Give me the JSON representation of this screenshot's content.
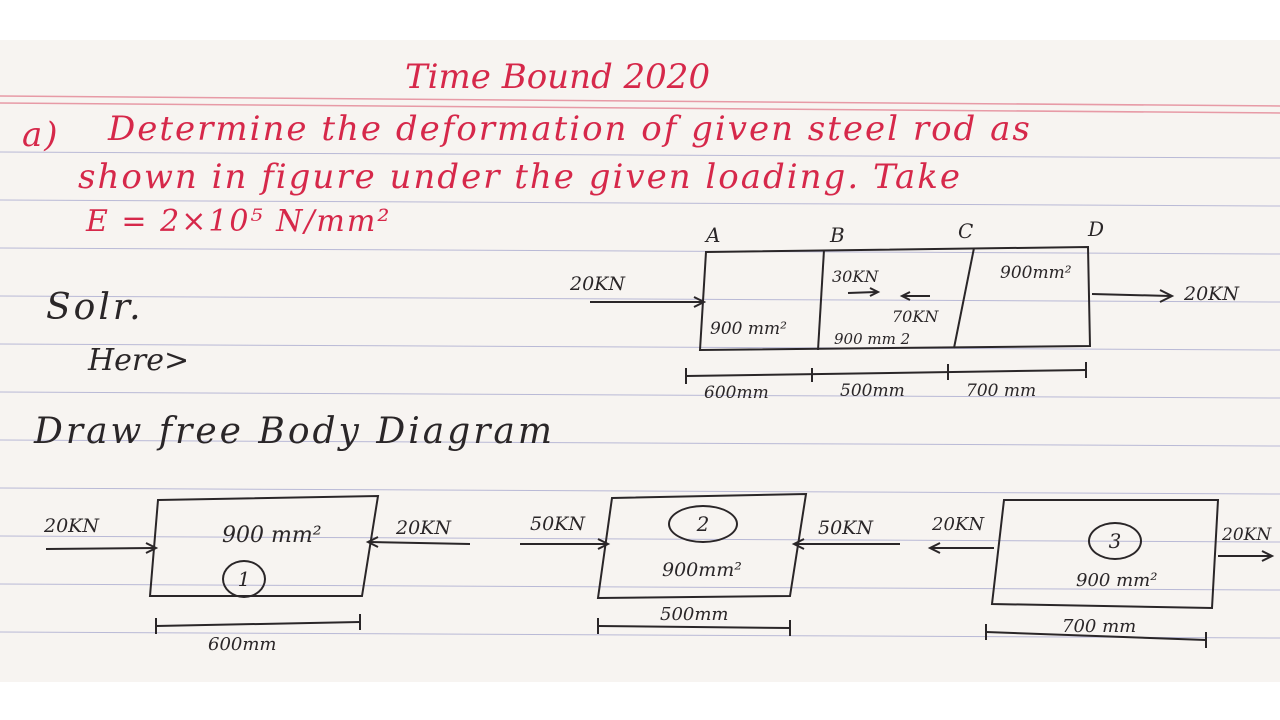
{
  "header": {
    "title": "Time Bound 2020"
  },
  "question": {
    "marker": "a)",
    "line1": "Determine the deformation of given steel rod as",
    "line2": "shown in figure under the given loading. Take",
    "line3": "E = 2×10⁵ N/mm²"
  },
  "figure": {
    "points": [
      "A",
      "B",
      "C",
      "D"
    ],
    "load_left": "20KN",
    "load_right": "20KN",
    "load_b_right": "30KN",
    "load_c_left": "70KN",
    "area_ab": "900 mm²",
    "area_bc": "900 mm 2",
    "area_cd": "900mm²",
    "length_ab": "600mm",
    "length_bc": "500mm",
    "length_cd": "700 mm"
  },
  "solution": {
    "sol_label": "Solr.",
    "here_label": "Here>",
    "fbd_heading": "Draw free Body Diagram"
  },
  "fbd": {
    "segments": [
      {
        "number": "1",
        "area": "900 mm²",
        "length": "600mm",
        "load_left": "20KN",
        "load_right": "20KN"
      },
      {
        "number": "2",
        "area": "900mm²",
        "length": "500mm",
        "load_left": "50KN",
        "load_right": "50KN"
      },
      {
        "number": "3",
        "area": "900 mm²",
        "length": "700 mm",
        "load_left": "20KN",
        "load_right": "20KN"
      }
    ]
  },
  "colors": {
    "red_ink": "#d6284a",
    "pencil_ink": "#2a2628",
    "ruled_line": "#b9b9d6",
    "margin_line": "#e79aa6",
    "paper": "#f7f4f1"
  }
}
